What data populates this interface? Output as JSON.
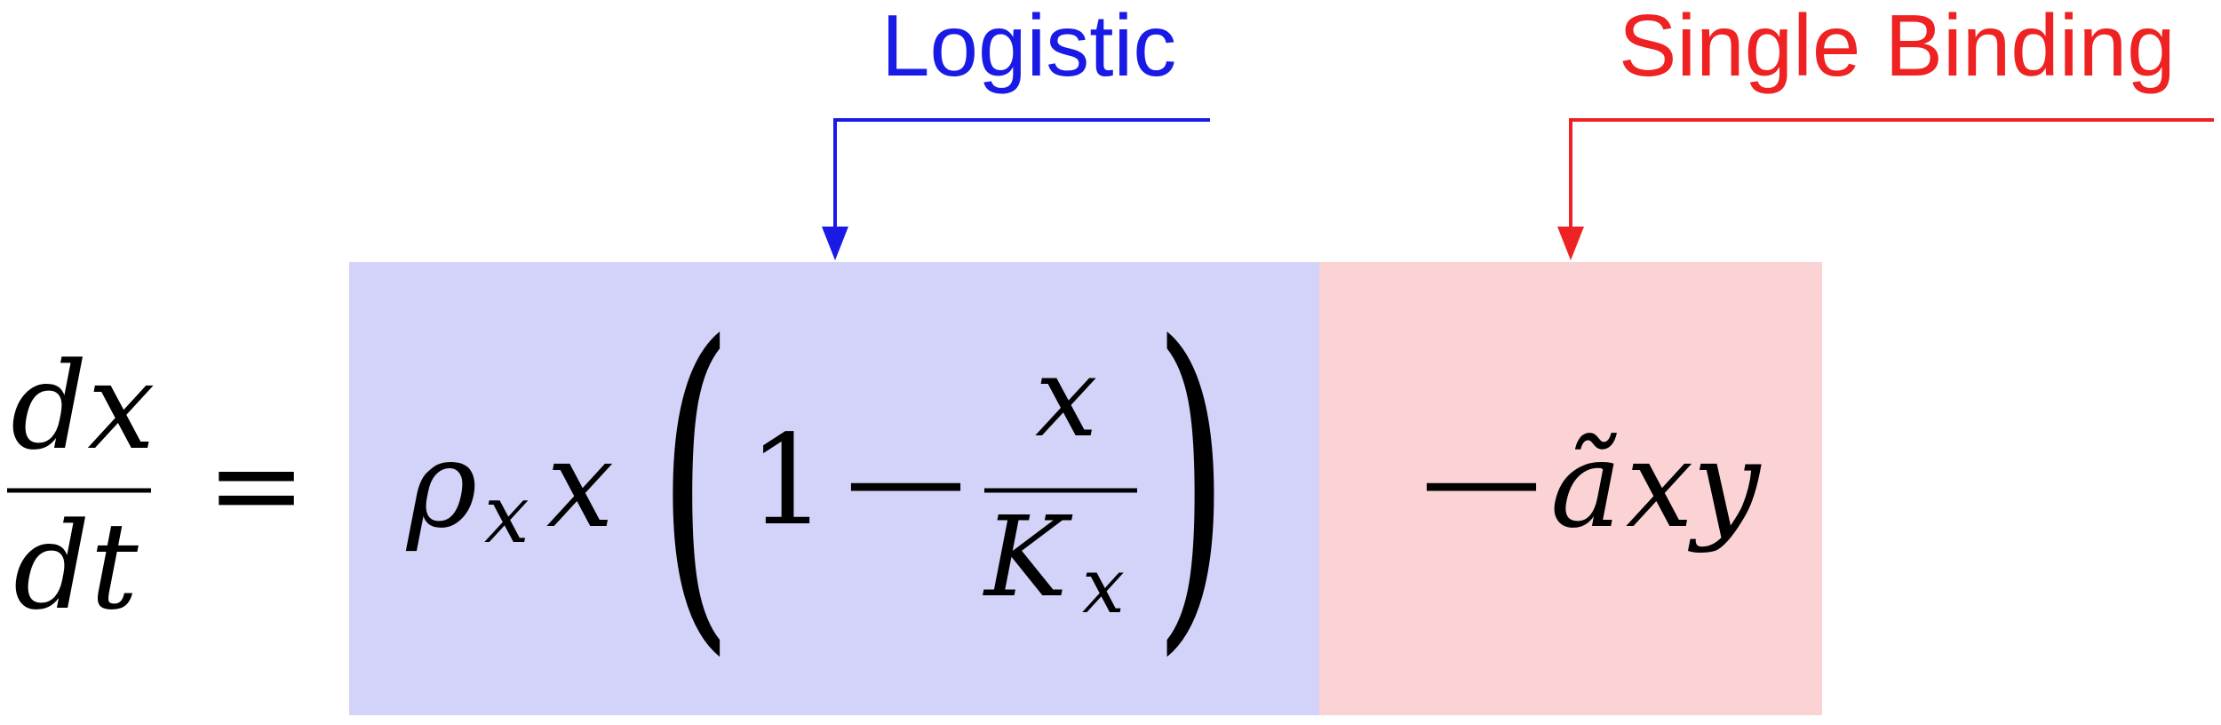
{
  "annotations": {
    "logistic": {
      "text": "Logistic",
      "color": "#1a1ae6"
    },
    "single_binding": {
      "text": "Single Binding",
      "color": "#ee2222"
    }
  },
  "equation": {
    "lhs_numerator": "dx",
    "lhs_denominator": "dt",
    "equals": "=",
    "rho": "ρ",
    "rho_subscript": "x",
    "x_after_rho": "x",
    "open_paren": "(",
    "one": "1",
    "minus_inner": "—",
    "inner_numerator": "x",
    "inner_denominator_K": "K",
    "inner_denominator_subscript": "x",
    "close_paren": ")",
    "minus_outer": "—",
    "a_tilde": "ã",
    "x_term": "x",
    "y_term": "y"
  },
  "colors": {
    "logistic_region": "#d3d3fa",
    "binding_region": "#fbd3d4"
  }
}
